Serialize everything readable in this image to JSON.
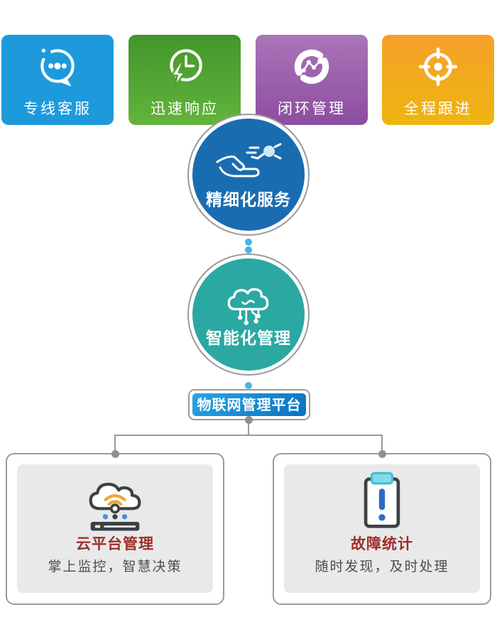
{
  "top_cards": [
    {
      "label": "专线客服",
      "icon": "chat-bubble-icon",
      "color": "#1d9adc"
    },
    {
      "label": "迅速响应",
      "icon": "clock-lightning-icon",
      "color_top": "#43962a",
      "color_bottom": "#62b43d"
    },
    {
      "label": "闭环管理",
      "icon": "closed-loop-icon",
      "color_top": "#aa75b8",
      "color_bottom": "#8c4d9f"
    },
    {
      "label": "全程跟进",
      "icon": "target-tracking-icon",
      "color_top": "#f5a02a",
      "color_bottom": "#eeb50f"
    }
  ],
  "flow_circles": [
    {
      "label": "精细化服务",
      "icon": "hand-service-icon",
      "color": "#1a6cb1"
    },
    {
      "label": "智能化管理",
      "icon": "cloud-network-icon",
      "color": "#2ba8a2"
    }
  ],
  "platform_button": {
    "label": "物联网管理平台",
    "color_start": "#2ba4e3",
    "color_end": "#0a72c2"
  },
  "bottom_cards": [
    {
      "title": "云平台管理",
      "subtitle": "掌上监控，智慧决策",
      "icon": "cloud-server-icon"
    },
    {
      "title": "故障统计",
      "subtitle": "随时发现，及时处理",
      "icon": "fault-report-icon"
    }
  ],
  "colors": {
    "connector_gray": "#9b9b9b",
    "connector_dot_gray": "#8f8f8f",
    "dotted_connector_blue": "#49b4e8",
    "bottom_title_red": "#9d2f28",
    "bottom_subtitle_gray": "#4d4d4d",
    "bottom_panel_gray": "#e9e9e9",
    "icon_outline_dark": "#3c4146",
    "wifi_orange": "#f0a434",
    "clip_cyan": "#85d9e6",
    "exclamation_blue": "#2c6cc6"
  }
}
